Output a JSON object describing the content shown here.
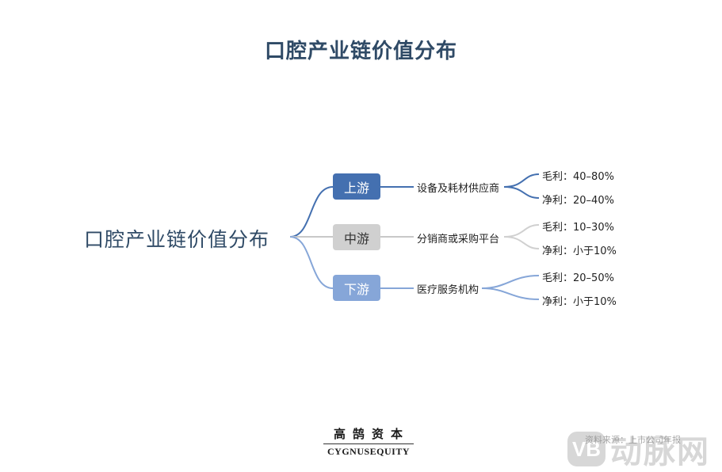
{
  "title": "口腔产业链价值分布",
  "root_label": "口腔产业链价值分布",
  "branches": [
    {
      "stage": "上游",
      "segment": "设备及耗材供应商",
      "color": "#4470b0",
      "leaves": [
        {
          "label": "毛利：40–80%"
        },
        {
          "label": "净利：20–40%"
        }
      ]
    },
    {
      "stage": "中游",
      "segment": "分销商或采购平台",
      "color": "#d0d0d0",
      "leaves": [
        {
          "label": "毛利：10–30%"
        },
        {
          "label": "净利：小于10%"
        }
      ]
    },
    {
      "stage": "下游",
      "segment": "医疗服务机构",
      "color": "#86a6d8",
      "leaves": [
        {
          "label": "毛利：20–50%"
        },
        {
          "label": "净利：小于10%"
        }
      ]
    }
  ],
  "logo": {
    "chinese": "高鹄资本",
    "english": "CYGNUSEQUITY"
  },
  "source": "资料来源：上市公司年报",
  "watermark": {
    "badge": "VB",
    "text": "动脉网"
  }
}
